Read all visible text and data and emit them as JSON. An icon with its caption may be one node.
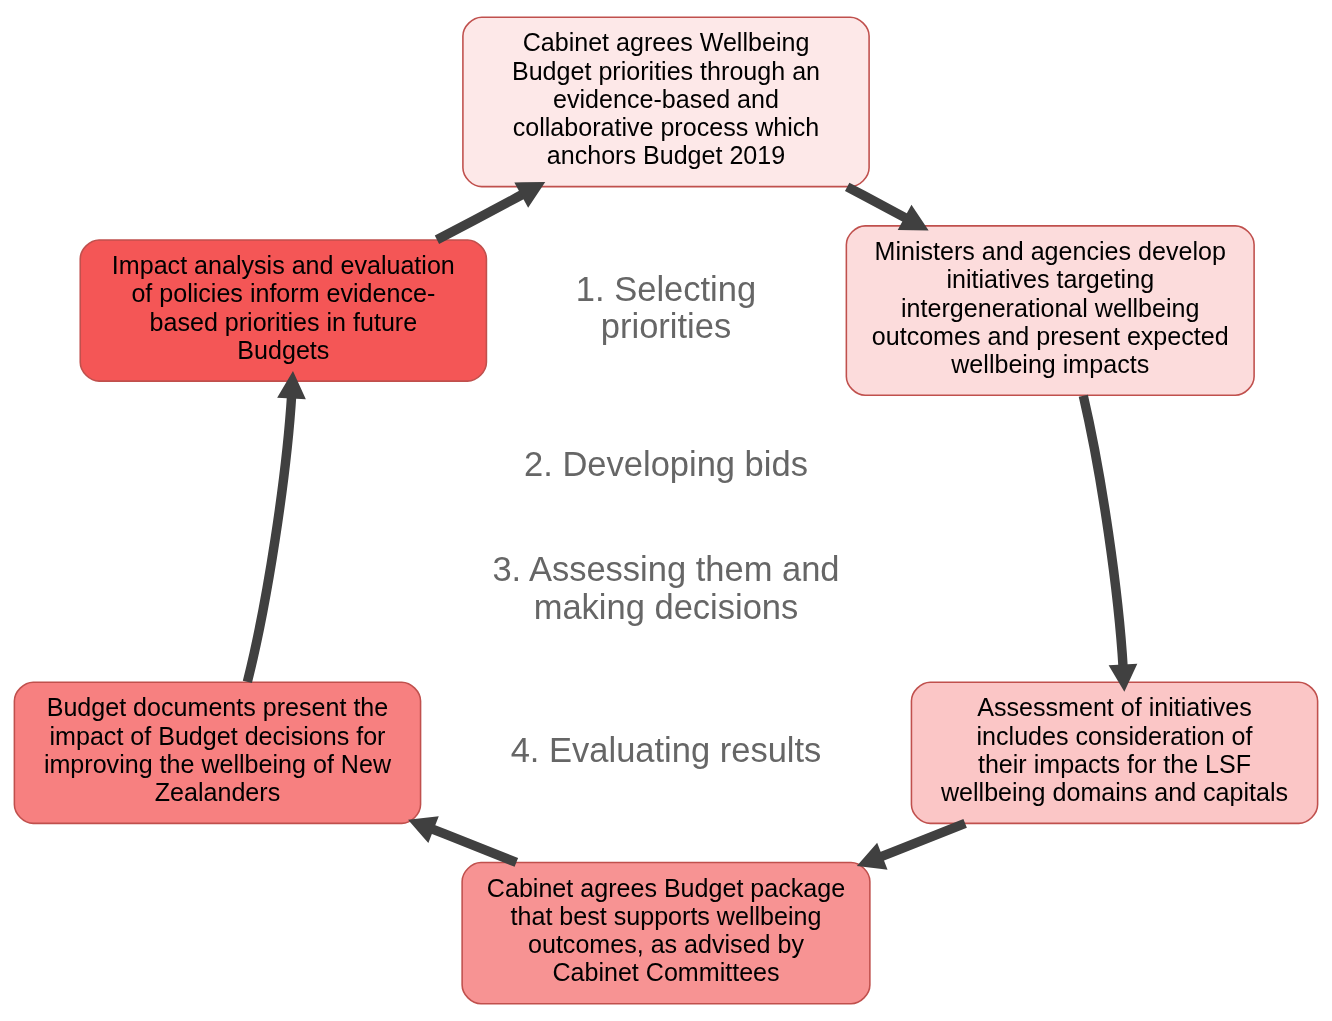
{
  "diagram": {
    "nodes": [
      {
        "text": [
          "Cabinet agrees Wellbeing Budget priorities through an evidence-based and collaborative process which anchors Budget 2019"
        ]
      },
      {
        "text": [
          "Ministers and agencies develop initiatives targeting intergenerational wellbeing outcomes and present expected wellbeing impacts"
        ]
      },
      {
        "text": [
          "Assessment of initiatives includes consideration of their impacts for the LSF wellbeing domains and capitals"
        ]
      },
      {
        "text": [
          "Cabinet agrees Budget package that best supports wellbeing outcomes, as advised by Cabinet Committees"
        ]
      },
      {
        "text": [
          "Budget documents present the impact of Budget decisions for improving the wellbeing of New Zealanders"
        ]
      },
      {
        "text": [
          "Impact analysis and evaluation of policies inform evidence-based priorities in future Budgets"
        ]
      }
    ],
    "edges": [
      {
        "from": 0,
        "to": 1,
        "arrow": "to"
      },
      {
        "from": 1,
        "to": 2,
        "arrow": "to"
      },
      {
        "from": 2,
        "to": 3,
        "arrow": "to"
      },
      {
        "from": 3,
        "to": 4,
        "arrow": "to"
      },
      {
        "from": 4,
        "to": 5,
        "arrow": "to"
      },
      {
        "from": 5,
        "to": 0,
        "arrow": "to"
      }
    ],
    "labels": [
      "1. Selecting priorities",
      "2. Developing bids",
      "3. Assessing them and making decisions",
      "4. Evaluating results"
    ]
  }
}
